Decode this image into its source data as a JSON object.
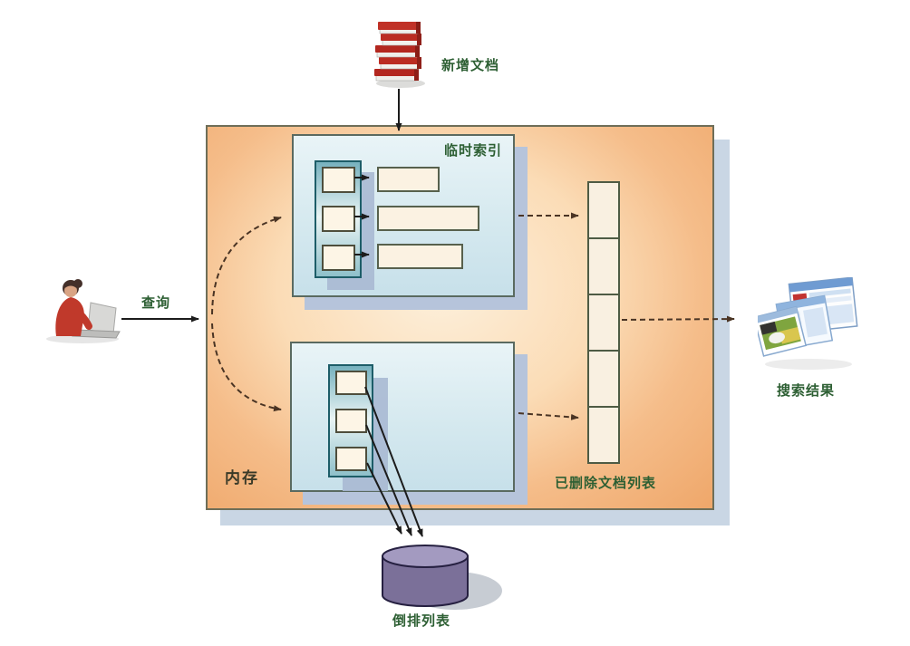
{
  "labels": {
    "new_docs": "新增文档",
    "temp_index": "临时索引",
    "query": "查询",
    "memory": "内存",
    "deleted_list": "已删除文档列表",
    "search_results": "搜索结果",
    "inverted_list": "倒排列表"
  },
  "icons": {
    "new_docs": "document-stack-icon",
    "user": "person-with-laptop-icon",
    "search_results": "webpages-stack-icon",
    "inverted_list": "database-cylinder-icon"
  },
  "counts": {
    "temp_index_slots": 3,
    "temp_index_bars": 3,
    "main_index_slots": 3,
    "deleted_list_cells": 5
  },
  "colors": {
    "memory_box_orange_edge": "#efa76a",
    "memory_box_orange_center": "#fdf0dc",
    "memory_box_border": "#6e6e58",
    "blue_box_fill": "#d5e9ef",
    "blue_box_border": "#5a6a60",
    "teal_container": "#76b1be",
    "teal_border": "#1d5d68",
    "cream_cell": "#fbf2e2",
    "shadow_blue": "#b6c4db",
    "big_shadow": "#c9d6e4",
    "label_green": "#2d5f33",
    "memory_label": "#3a3a28",
    "dashed_line": "#4a3424",
    "solid_line": "#1c1c1c",
    "cylinder_body": "#7b7099",
    "cylinder_top": "#a39ac0"
  }
}
